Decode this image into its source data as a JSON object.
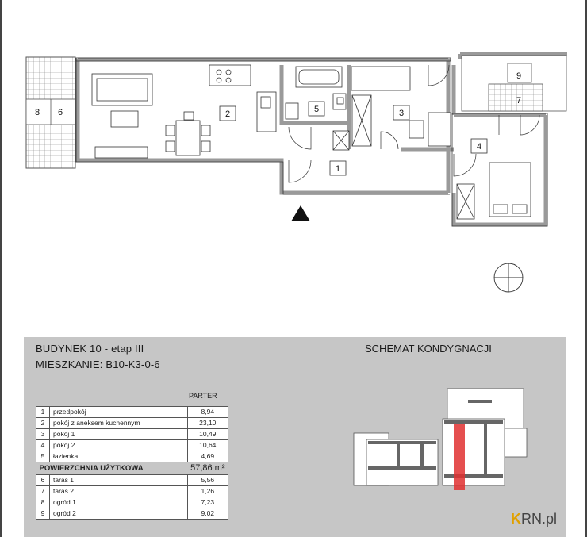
{
  "plan": {
    "room_numbers": [
      "1",
      "2",
      "3",
      "4",
      "5",
      "6",
      "7",
      "8",
      "9"
    ]
  },
  "building": {
    "line1": "BUDYNEK 10 - etap III",
    "line2": "MIESZKANIE:  B10-K3-0-6"
  },
  "schema_title": "SCHEMAT KONDYGNACJI",
  "floor": "PARTER",
  "rooms": [
    {
      "num": "1",
      "name": "przedpokój",
      "area": "8,94"
    },
    {
      "num": "2",
      "name": "pokój z aneksem kuchennym",
      "area": "23,10"
    },
    {
      "num": "3",
      "name": "pokój 1",
      "area": "10,49"
    },
    {
      "num": "4",
      "name": "pokój 2",
      "area": "10,64"
    },
    {
      "num": "5",
      "name": "łazienka",
      "area": "4,69"
    }
  ],
  "total": {
    "label": "POWIERZCHNIA UŻYTKOWA",
    "value": "57,86 m²"
  },
  "extras": [
    {
      "num": "6",
      "name": "taras 1",
      "area": "5,56"
    },
    {
      "num": "7",
      "name": "taras 2",
      "area": "1,26"
    },
    {
      "num": "8",
      "name": "ogród 1",
      "area": "7,23"
    },
    {
      "num": "9",
      "name": "ogród 2",
      "area": "9,02"
    }
  ],
  "logo": {
    "k": "K",
    "text": "RN.pl"
  },
  "colors": {
    "wall": "#9a9a9a",
    "highlight": "#e03030",
    "panel": "#c6c6c6"
  }
}
